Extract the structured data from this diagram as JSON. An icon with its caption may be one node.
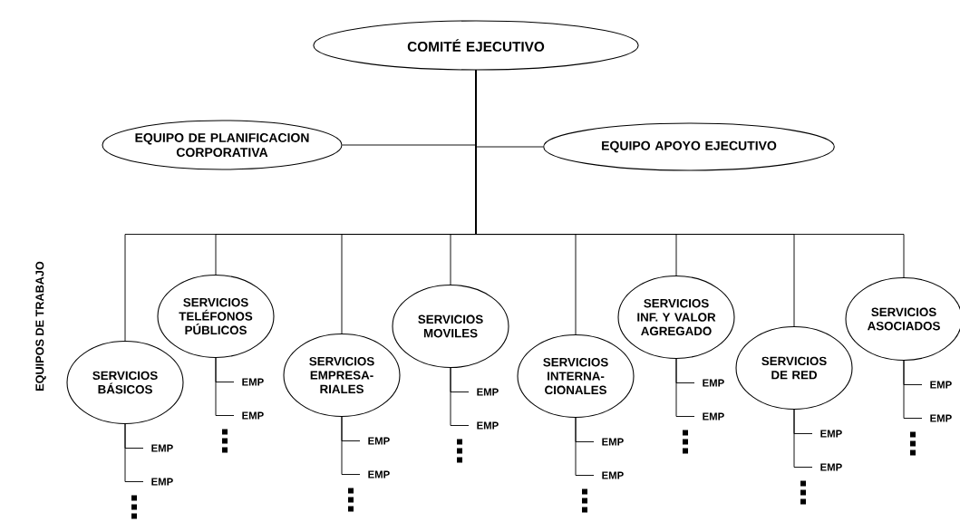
{
  "diagram": {
    "nodes": [
      {
        "text": [
          "COMITÉ EJECUTIVO"
        ]
      },
      {
        "text": [
          "EQUIPO DE PLANIFICACION CORPORATIVA"
        ]
      },
      {
        "text": [
          "EQUIPO APOYO EJECUTIVO"
        ]
      },
      {
        "text": [
          "SERVICIOS BÁSICOS"
        ]
      },
      {
        "text": [
          "SERVICIOS TELÉFONOS PÚBLICOS"
        ]
      },
      {
        "text": [
          "SERVICIOS EMPRESA- RIALES"
        ]
      },
      {
        "text": [
          "SERVICIOS MOVILES"
        ]
      },
      {
        "text": [
          "SERVICIOS INTERNA- CIONALES"
        ]
      },
      {
        "text": [
          "SERVICIOS INF. Y VALOR AGREGADO"
        ]
      },
      {
        "text": [
          "SERVICIOS DE RED"
        ]
      },
      {
        "text": [
          "SERVICIOS ASOCIADOS"
        ]
      },
      {
        "text": [
          "EMP"
        ]
      },
      {
        "text": [
          "EMP"
        ]
      },
      {
        "text": [
          "EMP"
        ]
      },
      {
        "text": [
          "EMP"
        ]
      },
      {
        "text": [
          "EMP"
        ]
      },
      {
        "text": [
          "EMP"
        ]
      },
      {
        "text": [
          "EMP"
        ]
      },
      {
        "text": [
          "EMP"
        ]
      },
      {
        "text": [
          "EMP"
        ]
      },
      {
        "text": [
          "EMP"
        ]
      },
      {
        "text": [
          "EMP"
        ]
      },
      {
        "text": [
          "EMP"
        ]
      },
      {
        "text": [
          "EMP"
        ]
      },
      {
        "text": [
          "EMP"
        ]
      },
      {
        "text": [
          "EMP"
        ]
      },
      {
        "text": [
          "EMP"
        ]
      }
    ],
    "edges": [
      {
        "from": 0,
        "to": 1,
        "arrow": "none"
      },
      {
        "from": 0,
        "to": 2,
        "arrow": "none"
      },
      {
        "from": 0,
        "to": 3,
        "arrow": "none"
      },
      {
        "from": 0,
        "to": 4,
        "arrow": "none"
      },
      {
        "from": 0,
        "to": 5,
        "arrow": "none"
      },
      {
        "from": 0,
        "to": 6,
        "arrow": "none"
      },
      {
        "from": 0,
        "to": 7,
        "arrow": "none"
      },
      {
        "from": 0,
        "to": 8,
        "arrow": "none"
      },
      {
        "from": 0,
        "to": 9,
        "arrow": "none"
      },
      {
        "from": 0,
        "to": 10,
        "arrow": "none"
      },
      {
        "from": 3,
        "to": 11,
        "arrow": "none"
      },
      {
        "from": 3,
        "to": 12,
        "arrow": "none"
      },
      {
        "from": 4,
        "to": 13,
        "arrow": "none"
      },
      {
        "from": 4,
        "to": 14,
        "arrow": "none"
      },
      {
        "from": 5,
        "to": 15,
        "arrow": "none"
      },
      {
        "from": 5,
        "to": 16,
        "arrow": "none"
      },
      {
        "from": 6,
        "to": 17,
        "arrow": "none"
      },
      {
        "from": 6,
        "to": 18,
        "arrow": "none"
      },
      {
        "from": 7,
        "to": 19,
        "arrow": "none"
      },
      {
        "from": 7,
        "to": 20,
        "arrow": "none"
      },
      {
        "from": 8,
        "to": 21,
        "arrow": "none"
      },
      {
        "from": 8,
        "to": 22,
        "arrow": "none"
      },
      {
        "from": 9,
        "to": 23,
        "arrow": "none"
      },
      {
        "from": 9,
        "to": 24,
        "arrow": "none"
      },
      {
        "from": 10,
        "to": 25,
        "arrow": "none"
      },
      {
        "from": 10,
        "to": 26,
        "arrow": "none"
      }
    ],
    "labels": [
      "EQUIPOS DE TRABAJO"
    ]
  }
}
